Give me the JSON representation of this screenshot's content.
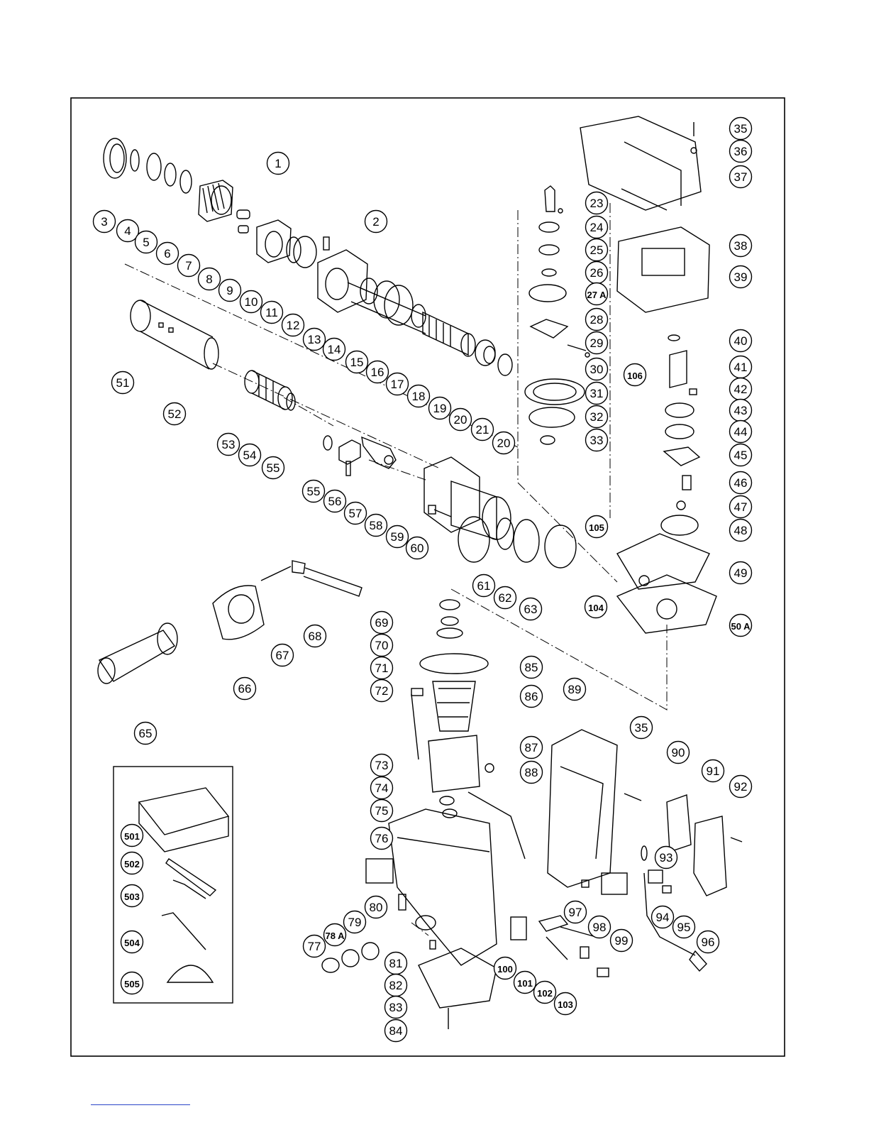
{
  "diagram": {
    "callouts": [
      {
        "id": "c1",
        "label": "1"
      },
      {
        "id": "c2",
        "label": "2"
      },
      {
        "id": "c3",
        "label": "3"
      },
      {
        "id": "c4",
        "label": "4"
      },
      {
        "id": "c5",
        "label": "5"
      },
      {
        "id": "c6",
        "label": "6"
      },
      {
        "id": "c7",
        "label": "7"
      },
      {
        "id": "c8",
        "label": "8"
      },
      {
        "id": "c9",
        "label": "9"
      },
      {
        "id": "c10",
        "label": "10"
      },
      {
        "id": "c11",
        "label": "11"
      },
      {
        "id": "c12",
        "label": "12"
      },
      {
        "id": "c13",
        "label": "13"
      },
      {
        "id": "c14",
        "label": "14"
      },
      {
        "id": "c15",
        "label": "15"
      },
      {
        "id": "c16",
        "label": "16"
      },
      {
        "id": "c17",
        "label": "17"
      },
      {
        "id": "c18",
        "label": "18"
      },
      {
        "id": "c19",
        "label": "19"
      },
      {
        "id": "c20a",
        "label": "20"
      },
      {
        "id": "c21",
        "label": "21"
      },
      {
        "id": "c20b",
        "label": "20"
      },
      {
        "id": "c23",
        "label": "23"
      },
      {
        "id": "c24",
        "label": "24"
      },
      {
        "id": "c25",
        "label": "25"
      },
      {
        "id": "c26",
        "label": "26"
      },
      {
        "id": "c27a",
        "label": "27 A"
      },
      {
        "id": "c28",
        "label": "28"
      },
      {
        "id": "c29",
        "label": "29"
      },
      {
        "id": "c30",
        "label": "30"
      },
      {
        "id": "c31",
        "label": "31"
      },
      {
        "id": "c32",
        "label": "32"
      },
      {
        "id": "c33",
        "label": "33"
      },
      {
        "id": "c106",
        "label": "106"
      },
      {
        "id": "c35a",
        "label": "35"
      },
      {
        "id": "c36",
        "label": "36"
      },
      {
        "id": "c37",
        "label": "37"
      },
      {
        "id": "c38",
        "label": "38"
      },
      {
        "id": "c39",
        "label": "39"
      },
      {
        "id": "c40",
        "label": "40"
      },
      {
        "id": "c41",
        "label": "41"
      },
      {
        "id": "c42",
        "label": "42"
      },
      {
        "id": "c43",
        "label": "43"
      },
      {
        "id": "c44",
        "label": "44"
      },
      {
        "id": "c45",
        "label": "45"
      },
      {
        "id": "c46",
        "label": "46"
      },
      {
        "id": "c47",
        "label": "47"
      },
      {
        "id": "c48",
        "label": "48"
      },
      {
        "id": "c49",
        "label": "49"
      },
      {
        "id": "c50a",
        "label": "50 A"
      },
      {
        "id": "c104",
        "label": "104"
      },
      {
        "id": "c105",
        "label": "105"
      },
      {
        "id": "c51",
        "label": "51"
      },
      {
        "id": "c52",
        "label": "52"
      },
      {
        "id": "c53",
        "label": "53"
      },
      {
        "id": "c54",
        "label": "54"
      },
      {
        "id": "c55a",
        "label": "55"
      },
      {
        "id": "c55b",
        "label": "55"
      },
      {
        "id": "c56",
        "label": "56"
      },
      {
        "id": "c57",
        "label": "57"
      },
      {
        "id": "c58",
        "label": "58"
      },
      {
        "id": "c59",
        "label": "59"
      },
      {
        "id": "c60",
        "label": "60"
      },
      {
        "id": "c61",
        "label": "61"
      },
      {
        "id": "c62",
        "label": "62"
      },
      {
        "id": "c63",
        "label": "63"
      },
      {
        "id": "c65",
        "label": "65"
      },
      {
        "id": "c66",
        "label": "66"
      },
      {
        "id": "c67",
        "label": "67"
      },
      {
        "id": "c68",
        "label": "68"
      },
      {
        "id": "c69",
        "label": "69"
      },
      {
        "id": "c70",
        "label": "70"
      },
      {
        "id": "c71",
        "label": "71"
      },
      {
        "id": "c72",
        "label": "72"
      },
      {
        "id": "c85",
        "label": "85"
      },
      {
        "id": "c86",
        "label": "86"
      },
      {
        "id": "c87",
        "label": "87"
      },
      {
        "id": "c88",
        "label": "88"
      },
      {
        "id": "c89",
        "label": "89"
      },
      {
        "id": "c35b",
        "label": "35"
      },
      {
        "id": "c73",
        "label": "73"
      },
      {
        "id": "c74",
        "label": "74"
      },
      {
        "id": "c75",
        "label": "75"
      },
      {
        "id": "c76",
        "label": "76"
      },
      {
        "id": "c80",
        "label": "80"
      },
      {
        "id": "c79",
        "label": "79"
      },
      {
        "id": "c78a",
        "label": "78 A"
      },
      {
        "id": "c77",
        "label": "77"
      },
      {
        "id": "c81",
        "label": "81"
      },
      {
        "id": "c82",
        "label": "82"
      },
      {
        "id": "c83",
        "label": "83"
      },
      {
        "id": "c84",
        "label": "84"
      },
      {
        "id": "c90",
        "label": "90"
      },
      {
        "id": "c91",
        "label": "91"
      },
      {
        "id": "c92",
        "label": "92"
      },
      {
        "id": "c93",
        "label": "93"
      },
      {
        "id": "c94",
        "label": "94"
      },
      {
        "id": "c95",
        "label": "95"
      },
      {
        "id": "c96",
        "label": "96"
      },
      {
        "id": "c97",
        "label": "97"
      },
      {
        "id": "c98",
        "label": "98"
      },
      {
        "id": "c99",
        "label": "99"
      },
      {
        "id": "c100",
        "label": "100"
      },
      {
        "id": "c101",
        "label": "101"
      },
      {
        "id": "c102",
        "label": "102"
      },
      {
        "id": "c103",
        "label": "103"
      },
      {
        "id": "c501",
        "label": "501"
      },
      {
        "id": "c502",
        "label": "502"
      },
      {
        "id": "c503",
        "label": "503"
      },
      {
        "id": "c504",
        "label": "504"
      },
      {
        "id": "c505",
        "label": "505"
      }
    ]
  },
  "colors": {
    "ink": "#000000",
    "paper": "#ffffff",
    "footer_link": "#2a44c8"
  }
}
